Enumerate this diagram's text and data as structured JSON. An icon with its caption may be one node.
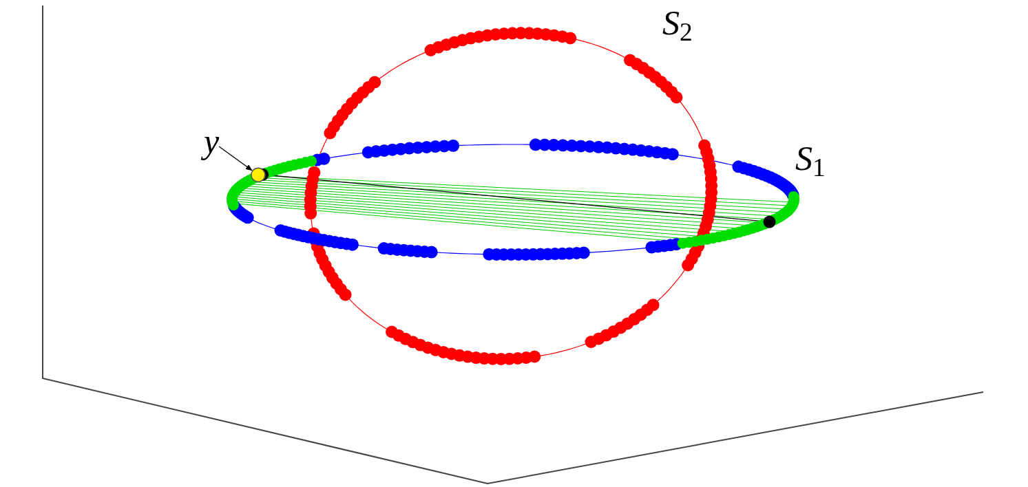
{
  "diagram": {
    "nodes": [
      {
        "text": [
          "y"
        ]
      },
      {
        "text": [],
        "shape": "circle"
      }
    ],
    "edges": [
      {
        "from": 0,
        "to": 1,
        "arrow": "to"
      }
    ],
    "labels": [
      "*S*$_{2}$",
      "*S*$_{1}$"
    ]
  }
}
